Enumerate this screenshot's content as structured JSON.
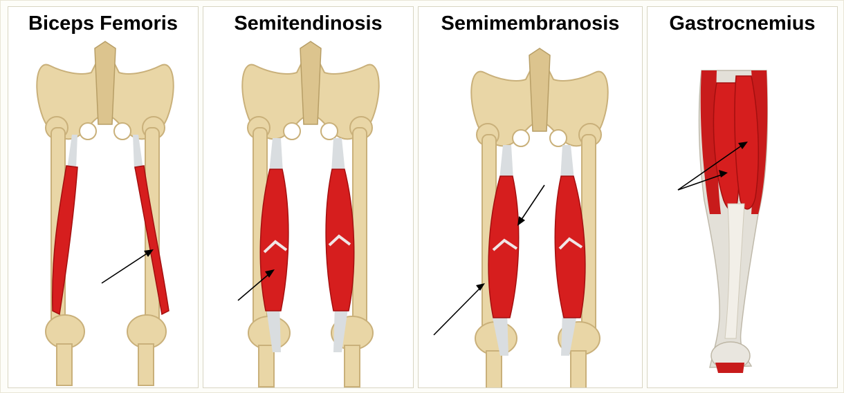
{
  "panels": [
    {
      "title": "Biceps Femoris"
    },
    {
      "title": "Semitendinosis"
    },
    {
      "title": "Semimembranosis"
    },
    {
      "title": "Gastrocnemius"
    }
  ],
  "colors": {
    "bone": "#e9d6a6",
    "bone_shadow": "#c9b07a",
    "muscle": "#d61e1e",
    "muscle_dark": "#a30f0f",
    "tendon": "#d9dde0",
    "arrow": "#000000"
  }
}
